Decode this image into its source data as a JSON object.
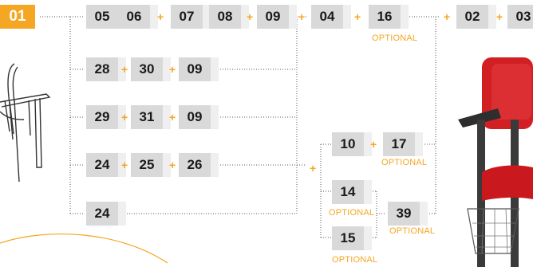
{
  "step": {
    "label": "01"
  },
  "plus_sign": "+",
  "optional_label": "OPTIONAL",
  "rows": {
    "r1": [
      "05",
      "06",
      "07",
      "08",
      "09",
      "04",
      "16",
      "02",
      "03"
    ],
    "r2": [
      "28",
      "30",
      "09"
    ],
    "r3": [
      "29",
      "31",
      "09"
    ],
    "r4": [
      "24",
      "25",
      "26"
    ],
    "r5": [
      "24"
    ]
  },
  "branch": {
    "a": [
      "10",
      "17"
    ],
    "b": [
      "14",
      "15"
    ],
    "c": "39"
  },
  "colors": {
    "accent": "#f5a623",
    "box": "#d9d9d9",
    "box_shadow": "#efefef",
    "text": "#1a1a1a",
    "chair_red": "#d11f24",
    "chair_frame": "#3a3a3a"
  },
  "icons": {
    "left_image": "chair-frame-sketch-icon",
    "right_image": "red-chair-photo-icon"
  }
}
